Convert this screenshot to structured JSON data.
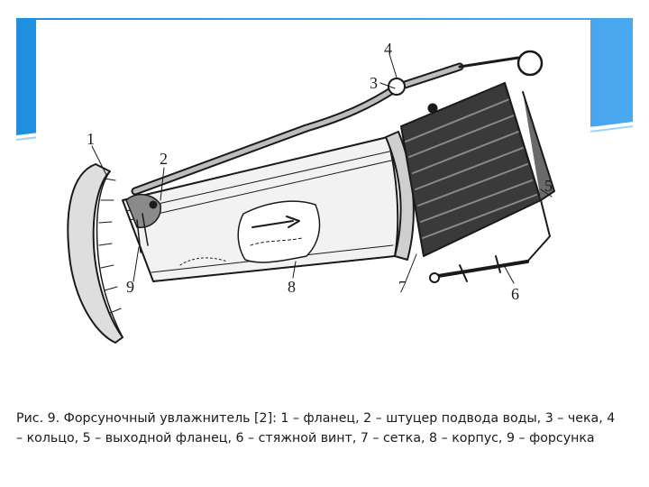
{
  "slide": {
    "accent_color": "#1f8fe0",
    "accent_light": "#62b8f2"
  },
  "figure": {
    "labels": {
      "n1": "1",
      "n2": "2",
      "n3": "3",
      "n4": "4",
      "n5": "5",
      "n6": "6",
      "n7": "7",
      "n8": "8",
      "n9": "9"
    }
  },
  "caption": {
    "line1": "Рис. 9. Форсуночный увлажнитель [2]: 1 – фланец, 2 – штуцер подвода воды, 3 – чека, 4",
    "line2": "– кольцо, 5 – выходной фланец, 6 – стяжной винт, 7 – сетка, 8 – корпус, 9 – форсунка"
  }
}
